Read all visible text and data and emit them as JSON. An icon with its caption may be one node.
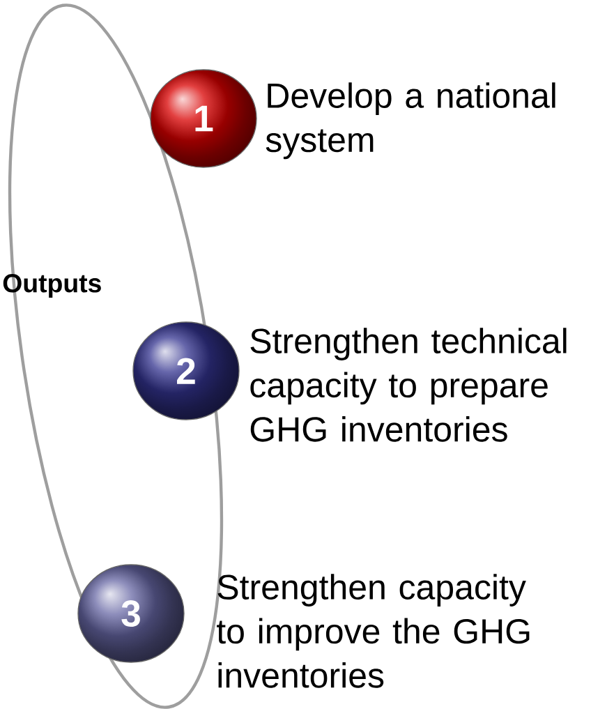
{
  "diagram": {
    "nodes": [
      {
        "text": [
          "1"
        ],
        "beside": [
          "Develop a national system"
        ]
      },
      {
        "text": [
          "2"
        ],
        "beside": [
          "Strengthen technical capacity to prepare GHG inventories"
        ]
      },
      {
        "text": [
          "3"
        ],
        "beside": [
          "Strengthen capacity to improve the GHG inventories"
        ]
      }
    ],
    "labels": [
      "Outputs"
    ]
  }
}
